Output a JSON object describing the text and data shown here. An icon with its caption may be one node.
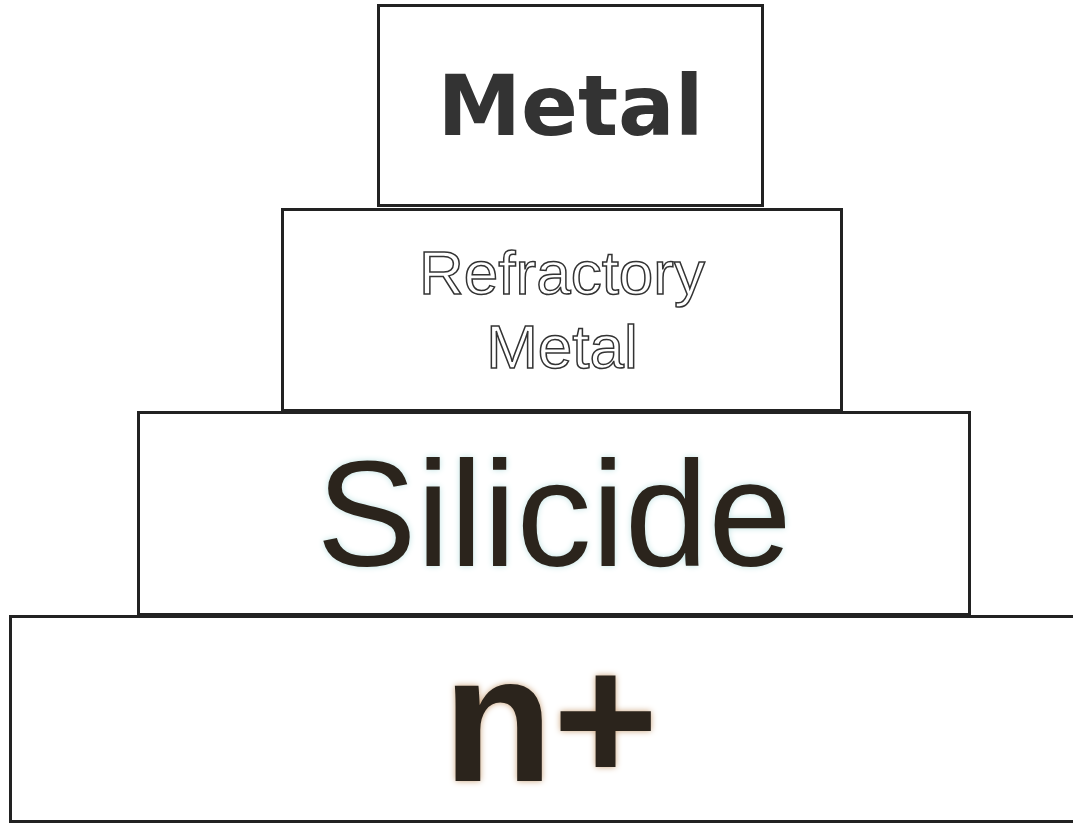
{
  "diagram": {
    "nodes": [
      {
        "text": [
          "Metal"
        ]
      },
      {
        "text": [
          "Refractory Metal"
        ]
      },
      {
        "text": [
          "Silicide"
        ]
      },
      {
        "text": [
          "n+"
        ]
      }
    ]
  }
}
